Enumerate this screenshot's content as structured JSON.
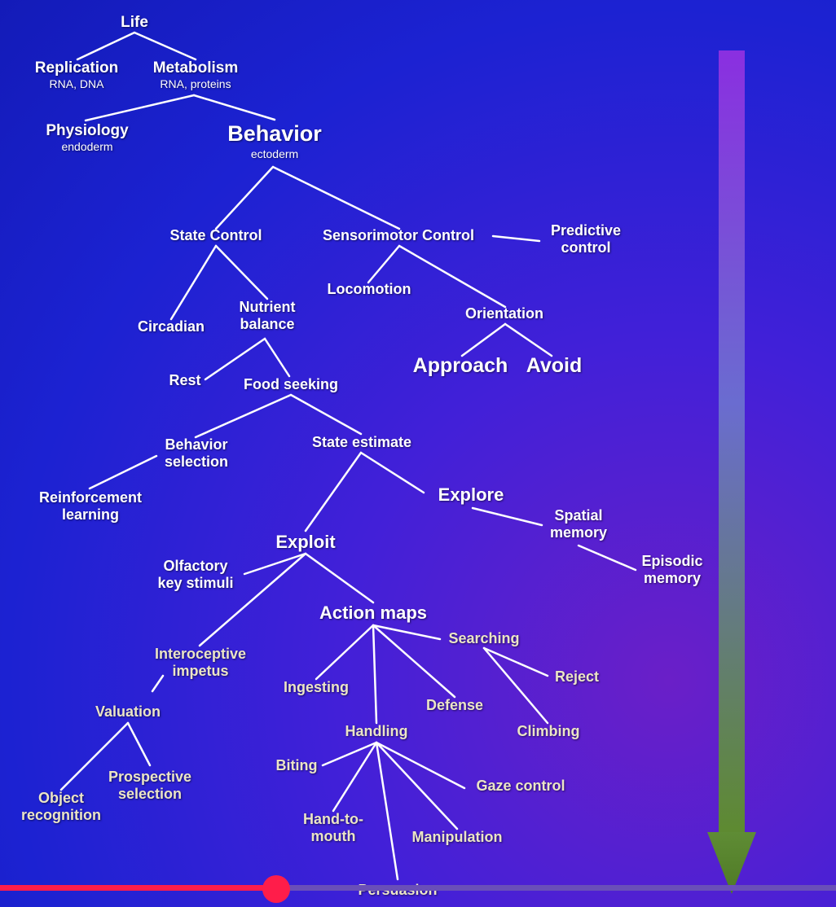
{
  "diagram": {
    "nodes": [
      {
        "id": "life",
        "label": "Life"
      },
      {
        "id": "replication",
        "label": "Replication",
        "sub": "RNA, DNA"
      },
      {
        "id": "metabolism",
        "label": "Metabolism",
        "sub": "RNA, proteins"
      },
      {
        "id": "physiology",
        "label": "Physiology",
        "sub": "endoderm"
      },
      {
        "id": "behavior",
        "label": "Behavior",
        "sub": "ectoderm"
      },
      {
        "id": "state-control",
        "label": "State Control"
      },
      {
        "id": "sensorimotor-control",
        "label": "Sensorimotor Control"
      },
      {
        "id": "predictive-control",
        "label": "Predictive\ncontrol"
      },
      {
        "id": "locomotion",
        "label": "Locomotion"
      },
      {
        "id": "orientation",
        "label": "Orientation"
      },
      {
        "id": "approach",
        "label": "Approach"
      },
      {
        "id": "avoid",
        "label": "Avoid"
      },
      {
        "id": "circadian",
        "label": "Circadian"
      },
      {
        "id": "nutrient-balance",
        "label": "Nutrient\nbalance"
      },
      {
        "id": "rest",
        "label": "Rest"
      },
      {
        "id": "food-seeking",
        "label": "Food seeking"
      },
      {
        "id": "behavior-selection",
        "label": "Behavior\nselection"
      },
      {
        "id": "state-estimate",
        "label": "State estimate"
      },
      {
        "id": "reinforcement-learning",
        "label": "Reinforcement\nlearning"
      },
      {
        "id": "explore",
        "label": "Explore"
      },
      {
        "id": "spatial-memory",
        "label": "Spatial\nmemory"
      },
      {
        "id": "episodic-memory",
        "label": "Episodic\nmemory"
      },
      {
        "id": "exploit",
        "label": "Exploit"
      },
      {
        "id": "olfactory-key-stimuli",
        "label": "Olfactory\nkey stimuli"
      },
      {
        "id": "action-maps",
        "label": "Action maps"
      },
      {
        "id": "interoceptive-impetus",
        "label": "Interoceptive\nimpetus"
      },
      {
        "id": "valuation",
        "label": "Valuation"
      },
      {
        "id": "object-recognition",
        "label": "Object\nrecognition"
      },
      {
        "id": "prospective-selection",
        "label": "Prospective\nselection"
      },
      {
        "id": "searching",
        "label": "Searching"
      },
      {
        "id": "reject",
        "label": "Reject"
      },
      {
        "id": "climbing",
        "label": "Climbing"
      },
      {
        "id": "ingesting",
        "label": "Ingesting"
      },
      {
        "id": "defense",
        "label": "Defense"
      },
      {
        "id": "handling",
        "label": "Handling"
      },
      {
        "id": "biting",
        "label": "Biting"
      },
      {
        "id": "gaze-control",
        "label": "Gaze control"
      },
      {
        "id": "hand-to-mouth",
        "label": "Hand-to-\nmouth"
      },
      {
        "id": "manipulation",
        "label": "Manipulation"
      },
      {
        "id": "persuasion",
        "label": "Persuasion"
      }
    ],
    "edges": [
      [
        "life",
        "replication"
      ],
      [
        "life",
        "metabolism"
      ],
      [
        "metabolism",
        "physiology"
      ],
      [
        "metabolism",
        "behavior"
      ],
      [
        "behavior",
        "state-control"
      ],
      [
        "behavior",
        "sensorimotor-control"
      ],
      [
        "sensorimotor-control",
        "predictive-control"
      ],
      [
        "sensorimotor-control",
        "locomotion"
      ],
      [
        "sensorimotor-control",
        "orientation"
      ],
      [
        "orientation",
        "approach"
      ],
      [
        "orientation",
        "avoid"
      ],
      [
        "state-control",
        "circadian"
      ],
      [
        "state-control",
        "nutrient-balance"
      ],
      [
        "nutrient-balance",
        "rest"
      ],
      [
        "nutrient-balance",
        "food-seeking"
      ],
      [
        "food-seeking",
        "behavior-selection"
      ],
      [
        "food-seeking",
        "state-estimate"
      ],
      [
        "behavior-selection",
        "reinforcement-learning"
      ],
      [
        "state-estimate",
        "explore"
      ],
      [
        "state-estimate",
        "exploit"
      ],
      [
        "explore",
        "spatial-memory"
      ],
      [
        "spatial-memory",
        "episodic-memory"
      ],
      [
        "exploit",
        "olfactory-key-stimuli"
      ],
      [
        "exploit",
        "action-maps"
      ],
      [
        "exploit",
        "interoceptive-impetus"
      ],
      [
        "interoceptive-impetus",
        "valuation"
      ],
      [
        "valuation",
        "object-recognition"
      ],
      [
        "valuation",
        "prospective-selection"
      ],
      [
        "action-maps",
        "searching"
      ],
      [
        "action-maps",
        "ingesting"
      ],
      [
        "action-maps",
        "defense"
      ],
      [
        "action-maps",
        "handling"
      ],
      [
        "searching",
        "reject"
      ],
      [
        "searching",
        "climbing"
      ],
      [
        "handling",
        "biting"
      ],
      [
        "handling",
        "gaze-control"
      ],
      [
        "handling",
        "hand-to-mouth"
      ],
      [
        "handling",
        "manipulation"
      ],
      [
        "handling",
        "persuasion"
      ]
    ]
  },
  "colors": {
    "background": "#1c22d2",
    "line": "#ffffff",
    "arrow_top": "#8a2fe0",
    "arrow_bottom": "#5e8a30",
    "timeline_progress": "#ff1d4a",
    "timeline_track": "#6a4fb8"
  },
  "timeline": {
    "progress": 0.33
  }
}
